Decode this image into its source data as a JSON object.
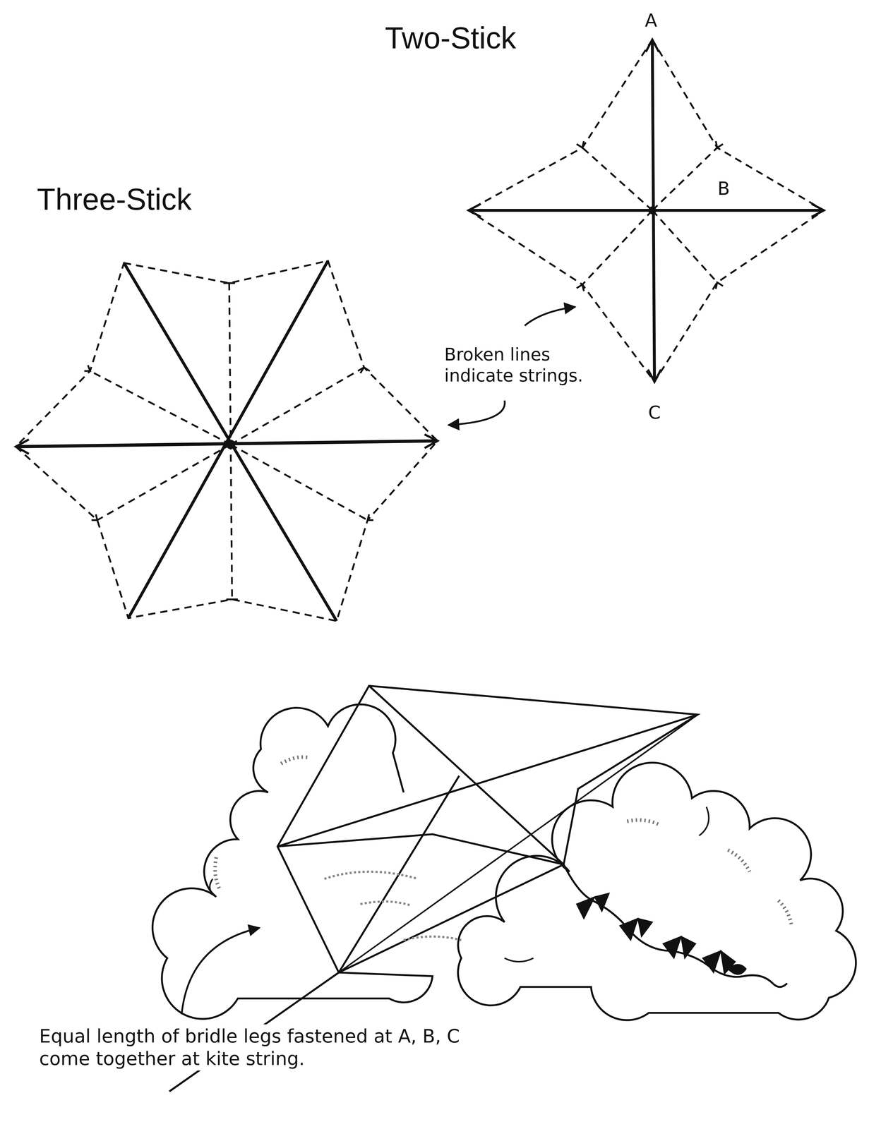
{
  "diagram": {
    "labels": [
      "Two-Stick",
      "A",
      "B",
      "C",
      "Three-Stick",
      "Broken lines indicate strings.",
      "Equal length of bridle legs fastened at A, B, C come together at kite string."
    ]
  }
}
